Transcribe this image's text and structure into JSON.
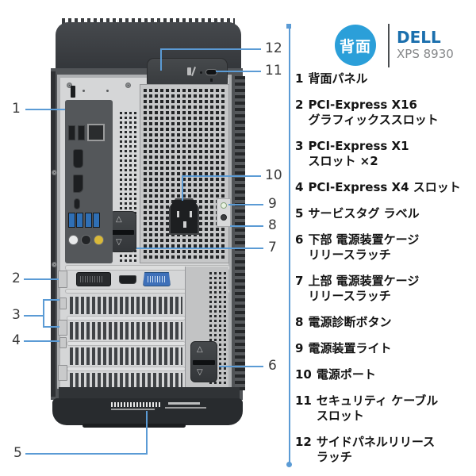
{
  "header": {
    "badge": "背面",
    "brand": "DELL",
    "model": "XPS 8930"
  },
  "legend": {
    "items": [
      {
        "num": "1",
        "label": "背面パネル"
      },
      {
        "num": "2",
        "label": "PCI-Express X16\nグラフィックススロット"
      },
      {
        "num": "3",
        "label": "PCI-Express X1\nスロット ×2"
      },
      {
        "num": "4",
        "label": "PCI-Express X4 スロット"
      },
      {
        "num": "5",
        "label": "サービスタグ ラベル"
      },
      {
        "num": "6",
        "label": "下部 電源装置ケージ\nリリースラッチ"
      },
      {
        "num": "7",
        "label": "上部 電源装置ケージ\nリリースラッチ"
      },
      {
        "num": "8",
        "label": "電源診断ボタン"
      },
      {
        "num": "9",
        "label": "電源装置ライト"
      },
      {
        "num": "10",
        "label": "電源ポート"
      },
      {
        "num": "11",
        "label": "セキュリティ ケーブル\nスロット"
      },
      {
        "num": "12",
        "label": "サイドパネルリリース\nラッチ"
      }
    ]
  },
  "colors": {
    "leader_line": "#5b9bd5",
    "badge_blue": "#2b9fd9",
    "brand_blue": "#1b6fad",
    "usb3_blue": "#2f6fb5",
    "vga_blue": "#3e70b9"
  }
}
